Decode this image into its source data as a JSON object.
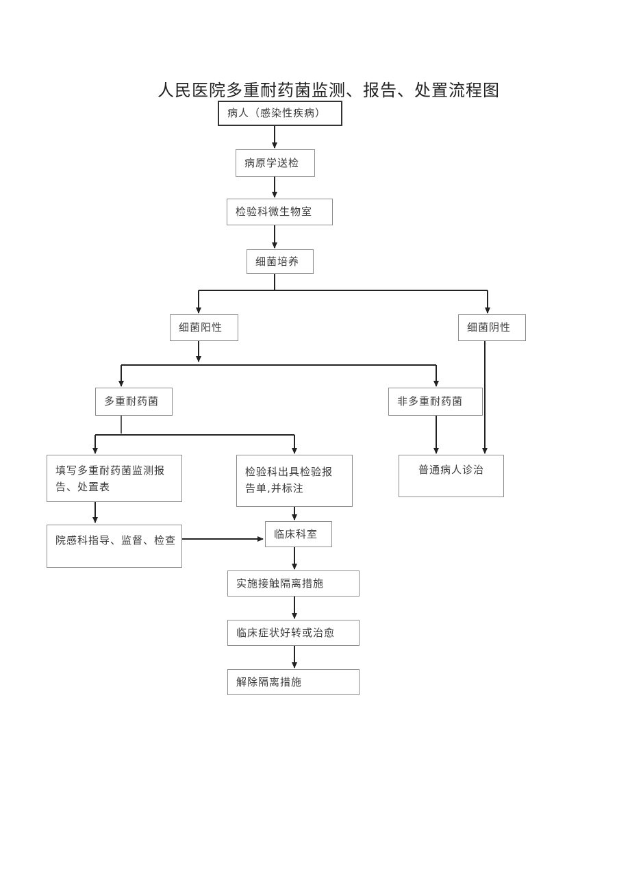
{
  "title": "人民医院多重耐药菌监测、报告、处置流程图",
  "nodes": {
    "patient": "病人（感染性疾病）",
    "specimen": "病原学送检",
    "microlab": "检验科微生物室",
    "culture": "细菌培养",
    "positive": "细菌阳性",
    "negative": "细菌阴性",
    "mdro": "多重耐药菌",
    "non_mdro": "非多重耐药菌",
    "report_form_line1": "填写多重耐药菌监测报",
    "report_form_line2": "告、处置表",
    "lab_report_line1": "检验科出具检验报",
    "lab_report_line2": "告单,并标注",
    "normal_treatment": "普通病人诊治",
    "infection_control": "院感科指导、监督、检查",
    "clinical_dept": "临床科室",
    "isolation": "实施接触隔离措施",
    "improvement": "临床症状好转或治愈",
    "release": "解除隔离措施"
  }
}
